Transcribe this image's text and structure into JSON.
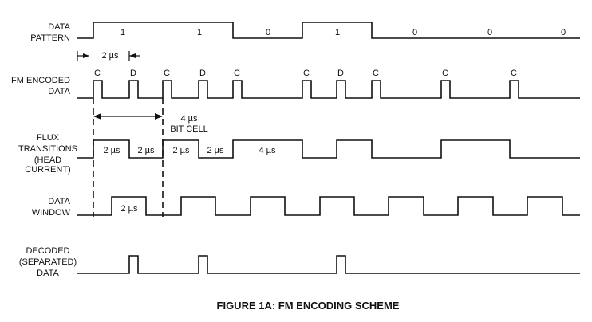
{
  "labels": {
    "data_pattern": [
      "DATA",
      "PATTERN"
    ],
    "fm_encoded": [
      "FM ENCODED",
      "DATA"
    ],
    "flux": [
      "FLUX",
      "TRANSITIONS",
      "(HEAD",
      "CURRENT)"
    ],
    "data_window": [
      "DATA",
      "WINDOW"
    ],
    "decoded": [
      "DECODED",
      "(SEPARATED)",
      "DATA"
    ]
  },
  "data_bits": [
    "1",
    "1",
    "0",
    "1",
    "0",
    "0",
    "0"
  ],
  "pulse_marks": [
    "C",
    "D",
    "C",
    "D",
    "C",
    "C",
    "D",
    "C",
    "C",
    "C"
  ],
  "annotations": {
    "two_us": "2 µs",
    "four_us": "4 µs",
    "bit_cell": "BIT CELL"
  },
  "flux_durations": [
    "2 µs",
    "2 µs",
    "2 µs",
    "2 µs",
    "4 µs"
  ],
  "window_duration": "2 µs",
  "caption": "FIGURE 1A: FM ENCODING SCHEME"
}
